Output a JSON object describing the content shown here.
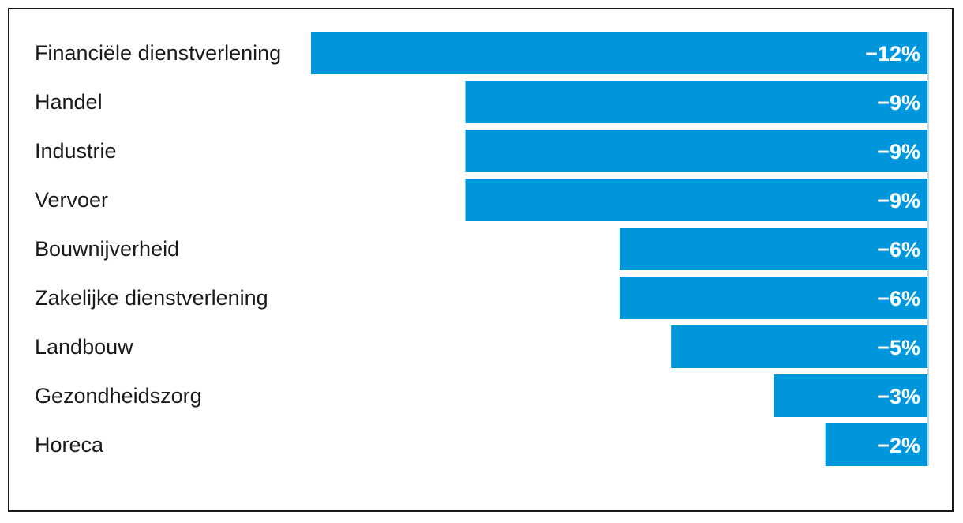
{
  "chart_data": {
    "type": "bar",
    "orientation": "horizontal",
    "categories": [
      "Financiële dienstverlening",
      "Handel",
      "Industrie",
      "Vervoer",
      "Bouwnijverheid",
      "Zakelijke dienstverlening",
      "Landbouw",
      "Gezondheidszorg",
      "Horeca"
    ],
    "values": [
      -12,
      -9,
      -9,
      -9,
      -6,
      -6,
      -5,
      -3,
      -2
    ],
    "value_labels": [
      "−12%",
      "−9%",
      "−9%",
      "−9%",
      "−6%",
      "−6%",
      "−5%",
      "−3%",
      "−2%"
    ],
    "unit": "%",
    "xlim": [
      -12,
      0
    ],
    "grid": false,
    "legend": "none",
    "bar_color": "#0096db",
    "baseline_color": "#bfd7e6"
  }
}
